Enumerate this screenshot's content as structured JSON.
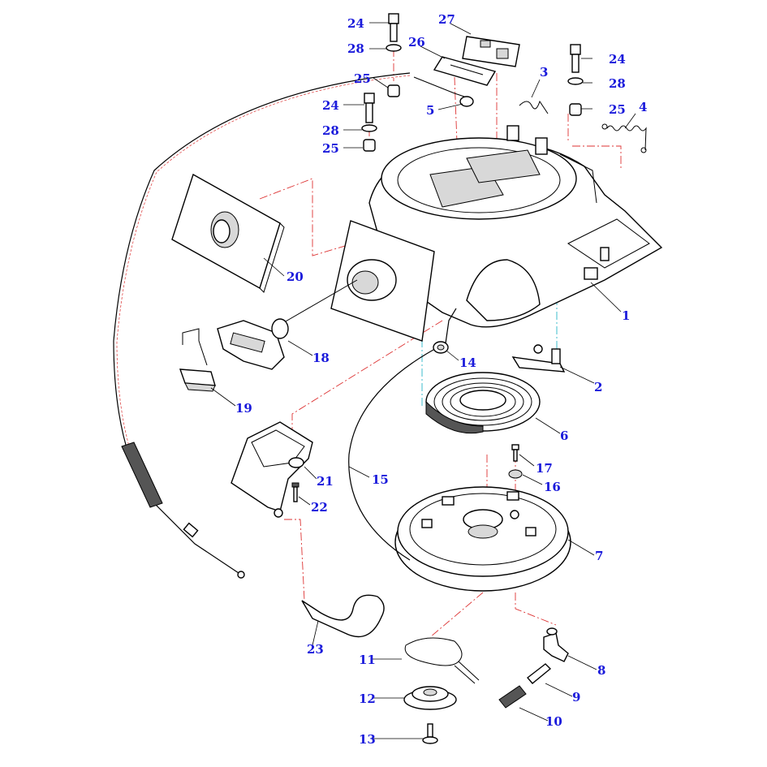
{
  "callouts": {
    "p1": "1",
    "p2": "2",
    "p3": "3",
    "p4": "4",
    "p5": "5",
    "p6": "6",
    "p7": "7",
    "p8": "8",
    "p9": "9",
    "p10": "10",
    "p11": "11",
    "p12": "12",
    "p13": "13",
    "p14": "14",
    "p15": "15",
    "p16": "16",
    "p17": "17",
    "p18": "18",
    "p19": "19",
    "p20": "20",
    "p21": "21",
    "p22": "22",
    "p23": "23",
    "p24a": "24",
    "p24b": "24",
    "p25a": "25",
    "p25b": "25",
    "p25c": "25",
    "p26": "26",
    "p27": "27",
    "p28a": "28",
    "p28b": "28",
    "p28c": "28"
  },
  "colors": {
    "callout_text": "#1a1adb",
    "axis_red": "#d33333",
    "axis_cyan": "#29b6c8",
    "line": "#000000",
    "background": "#ffffff"
  }
}
